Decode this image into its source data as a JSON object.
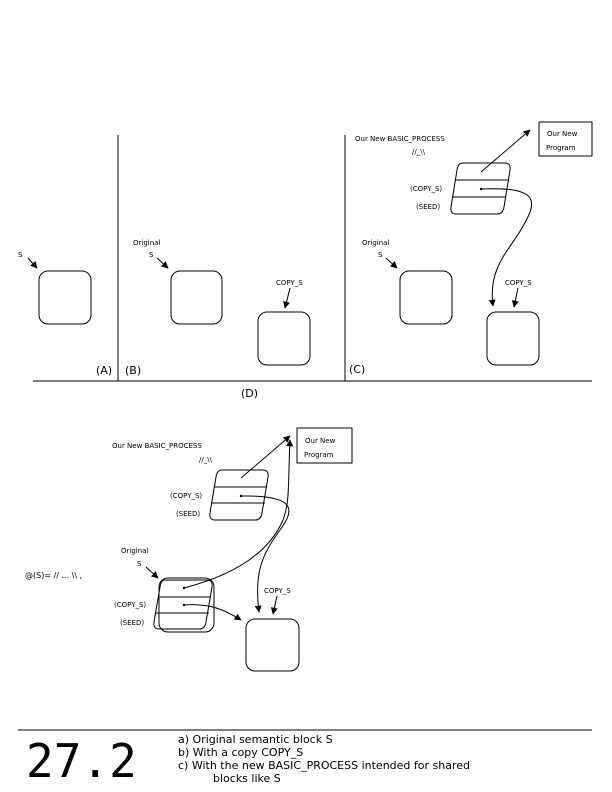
{
  "panels": {
    "a": {
      "label": "(A)",
      "s_label": "S"
    },
    "b": {
      "label": "(B)",
      "original": "Original",
      "s_label": "S",
      "copy_label": "COPY_S"
    },
    "c": {
      "label": "(C)",
      "process_label": "Our New BASIC_PROCESS",
      "slashes": "//_\\\\",
      "program_line1": "Our New",
      "program_line2": "Program",
      "copy_field": "(COPY_S)",
      "seed_field": "(SEED)",
      "original": "Original",
      "s_label": "S",
      "copy_label": "COPY_S"
    },
    "d": {
      "label": "(D)",
      "process_label": "Our New BASIC_PROCESS",
      "slashes": "//_\\\\",
      "program_line1": "Our New",
      "program_line2": "Program",
      "copy_field": "(COPY_S)",
      "seed_field": "(SEED)",
      "original": "Original",
      "s_label": "S",
      "expression": "@(S)= // ... \\\\ ,",
      "copy_field_inner": "(COPY_S)",
      "seed_field_inner": "(SEED)",
      "copy_label": "COPY_S"
    }
  },
  "caption": {
    "figure_number": "27.2",
    "item_a": "a)   Original semantic block S",
    "item_b": "b)   With a copy COPY_S",
    "item_c_line1": "c)   With the new BASIC_PROCESS intended for shared",
    "item_c_line2": "blocks like S"
  }
}
